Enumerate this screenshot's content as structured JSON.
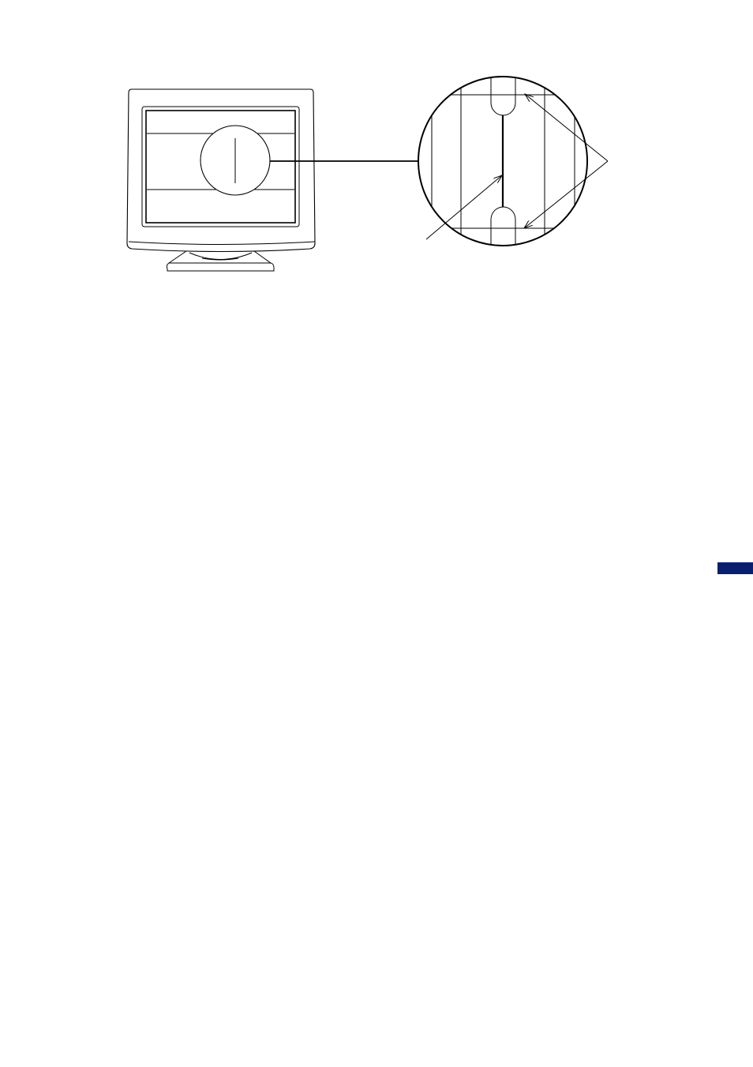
{
  "page_tab": {
    "color": "#0a1f6e"
  },
  "diagram": {
    "line_color": "#000000",
    "background": "#ffffff",
    "elements": [
      "crt-monitor",
      "screen-magnifier-circle",
      "leader-line",
      "detail-circle",
      "callout-arrows"
    ]
  }
}
